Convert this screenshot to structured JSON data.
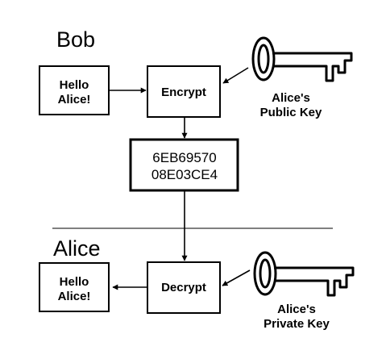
{
  "bob": {
    "label": "Bob",
    "plaintext": [
      "Hello",
      "Alice!"
    ],
    "encrypt": "Encrypt",
    "key_label": [
      "Alice's",
      "Public Key"
    ]
  },
  "ciphertext": [
    "6EB69570",
    "08E03CE4"
  ],
  "alice": {
    "label": "Alice",
    "plaintext": [
      "Hello",
      "Alice!"
    ],
    "decrypt": "Decrypt",
    "key_label": [
      "Alice's",
      "Private Key"
    ]
  },
  "icons": {
    "public_key": "key-icon",
    "private_key": "key-icon"
  },
  "colors": {
    "ink": "#000000",
    "background": "#ffffff"
  }
}
